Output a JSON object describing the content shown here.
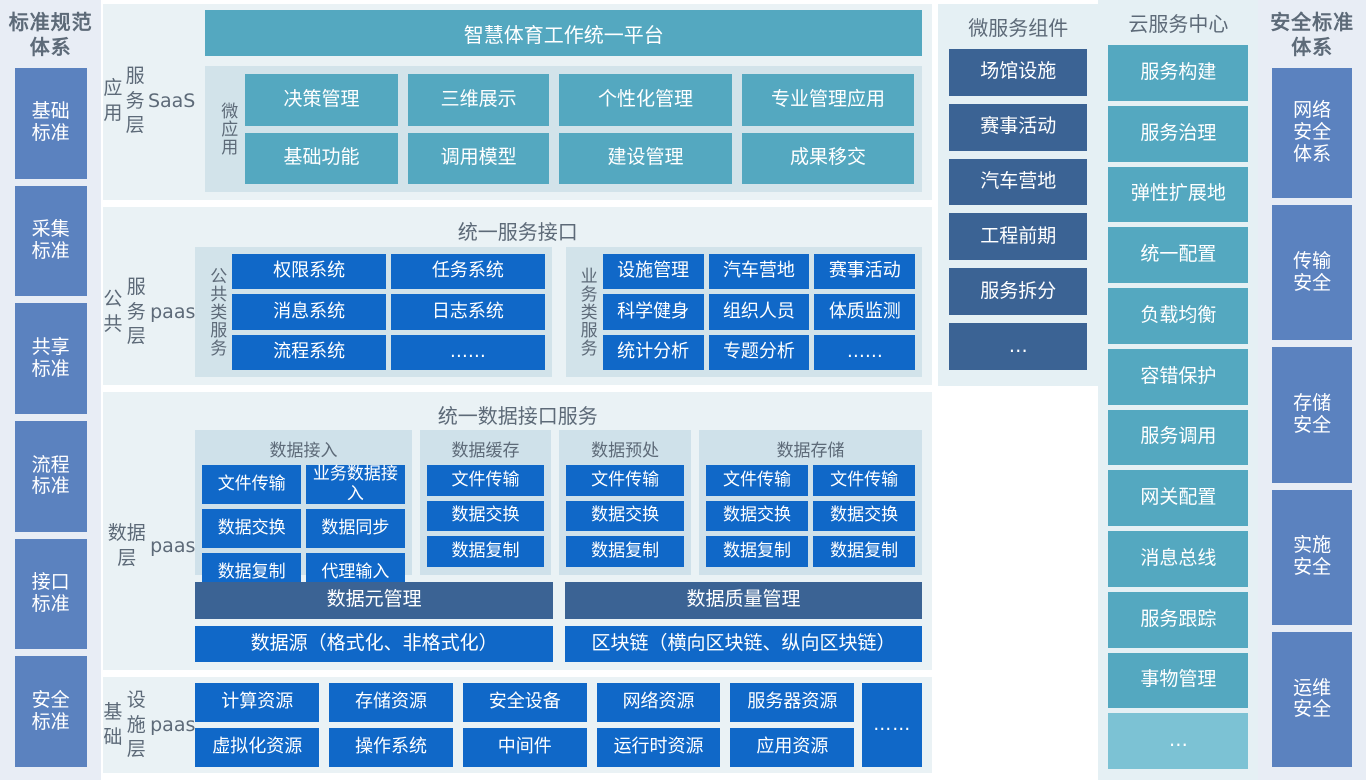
{
  "left_column": {
    "title": "标准规范\n体系",
    "title_lines": [
      "标准规范",
      "体系"
    ],
    "items": [
      {
        "label": "基础\n标准"
      },
      {
        "label": "采集\n标准"
      },
      {
        "label": "共享\n标准"
      },
      {
        "label": "流程\n标准"
      },
      {
        "label": "接口\n标准"
      },
      {
        "label": "安全\n标准"
      }
    ]
  },
  "application_layer": {
    "label": "应用\n服务层\nSaaS",
    "platform_title": "智慧体育工作统一平台",
    "group_label": "微应用",
    "apps": [
      "决策管理",
      "三维展示",
      "个性化管理",
      "专业管理应用",
      "基础功能",
      "调用模型",
      "建设管理",
      "成果移交"
    ]
  },
  "public_service_layer": {
    "label": "公共\n服务层\npaas",
    "heading": "统一服务接口",
    "groups": [
      {
        "vlabel": "公共类服务",
        "items": [
          "权限系统",
          "任务系统",
          "消息系统",
          "日志系统",
          "流程系统",
          "……"
        ]
      },
      {
        "vlabel": "业务类服务",
        "items": [
          "设施管理",
          "汽车营地",
          "赛事活动",
          "科学健身",
          "组织人员",
          "体质监测",
          "统计分析",
          "专题分析",
          "……"
        ]
      }
    ]
  },
  "data_layer": {
    "label": "数据层\npaas",
    "heading": "统一数据接口服务",
    "groups": [
      {
        "title": "数据接入",
        "cols": 2,
        "items": [
          "文件传输",
          "业务数据接入",
          "数据交换",
          "数据同步",
          "数据复制",
          "代理输入"
        ]
      },
      {
        "title": "数据缓存",
        "cols": 1,
        "items": [
          "文件传输",
          "数据交换",
          "数据复制"
        ]
      },
      {
        "title": "数据预处",
        "cols": 1,
        "items": [
          "文件传输",
          "数据交换",
          "数据复制"
        ]
      },
      {
        "title": "数据存储",
        "cols": 2,
        "items": [
          "文件传输",
          "文件传输",
          "数据交换",
          "数据交换",
          "数据复制",
          "数据复制"
        ]
      }
    ],
    "bars": [
      {
        "top": "数据元管理",
        "bottom": "数据源（格式化、非格式化）"
      },
      {
        "top": "数据质量管理",
        "bottom": "区块链（横向区块链、纵向区块链）"
      }
    ]
  },
  "infrastructure_layer": {
    "label": "基础\n设施层\npaas",
    "items": [
      "计算资源",
      "存储资源",
      "安全设备",
      "网络资源",
      "服务器资源",
      "虚拟化资源",
      "操作系统",
      "中间件",
      "运行时资源",
      "应用资源"
    ],
    "more": "……"
  },
  "microservice_components": {
    "title": "微服务组件",
    "items": [
      "场馆设施",
      "赛事活动",
      "汽车营地",
      "工程前期",
      "服务拆分",
      "…"
    ]
  },
  "cloud_service_center": {
    "title": "云服务中心",
    "items": [
      "服务构建",
      "服务治理",
      "弹性扩展地",
      "统一配置",
      "负载均衡",
      "容错保护",
      "服务调用",
      "网关配置",
      "消息总线",
      "服务跟踪",
      "事物管理",
      "…"
    ]
  },
  "right_column": {
    "title_lines": [
      "安全标准",
      "体系"
    ],
    "items": [
      {
        "label": "网络\n安全\n体系"
      },
      {
        "label": "传输\n安全"
      },
      {
        "label": "存储\n安全"
      },
      {
        "label": "实施\n安全"
      },
      {
        "label": "运维\n安全"
      }
    ]
  },
  "colors": {
    "bright_blue": "#1068c8",
    "teal": "#54a8c0",
    "steel_blue": "#3b6394",
    "slate_blue": "#5b82bf",
    "panel_bg": "#eaf2f5",
    "group_bg": "#d2e3ea",
    "side_bg": "#e8edf5"
  }
}
